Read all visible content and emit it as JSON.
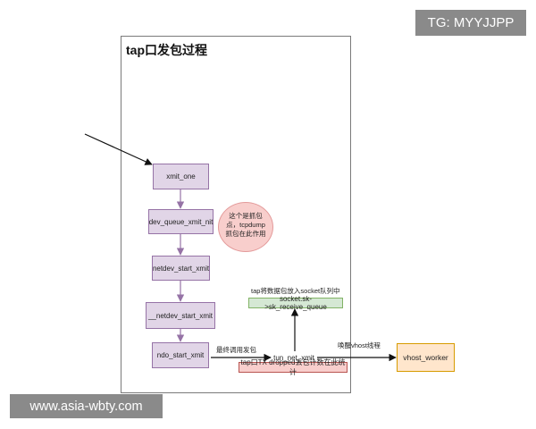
{
  "diagram": {
    "frame_title": "tap口发包过程",
    "nodes": {
      "xmit_one": "xmit_one",
      "dev_queue_xmit_nit": "dev_queue_xmit_nit",
      "netdev_start_xmit": "netdev_start_xmit",
      "netdev_start_xmit_inner": "__netdev_start_xmit",
      "ndo_start_xmit": "ndo_start_xmit",
      "tun_net_xmit": "tun_net_xmit",
      "vhost_worker": "vhost_worker",
      "socket_queue": "socket.sk->sk_receive_queue",
      "tx_dropped": "tap口TX dropped丢包计数在此统计"
    },
    "note_circle": [
      "这个是抓包",
      "点，tcpdump",
      "抓包在此作用"
    ],
    "labels": {
      "final_call": "最终调用发包",
      "put_socket": "tap将数据包放入socket队列中",
      "wake_vhost": "唤醒vhost线程"
    }
  },
  "watermarks": {
    "tg": "TG: MYYJJPP",
    "site": "www.asia-wbty.com"
  },
  "colors": {
    "purple_fill": "#e1d5e7",
    "purple_stroke": "#9673a6",
    "orange_fill": "#ffe6cc",
    "orange_stroke": "#d79b00",
    "green_fill": "#d5e8d4",
    "pink_fill": "#f8cecc"
  }
}
